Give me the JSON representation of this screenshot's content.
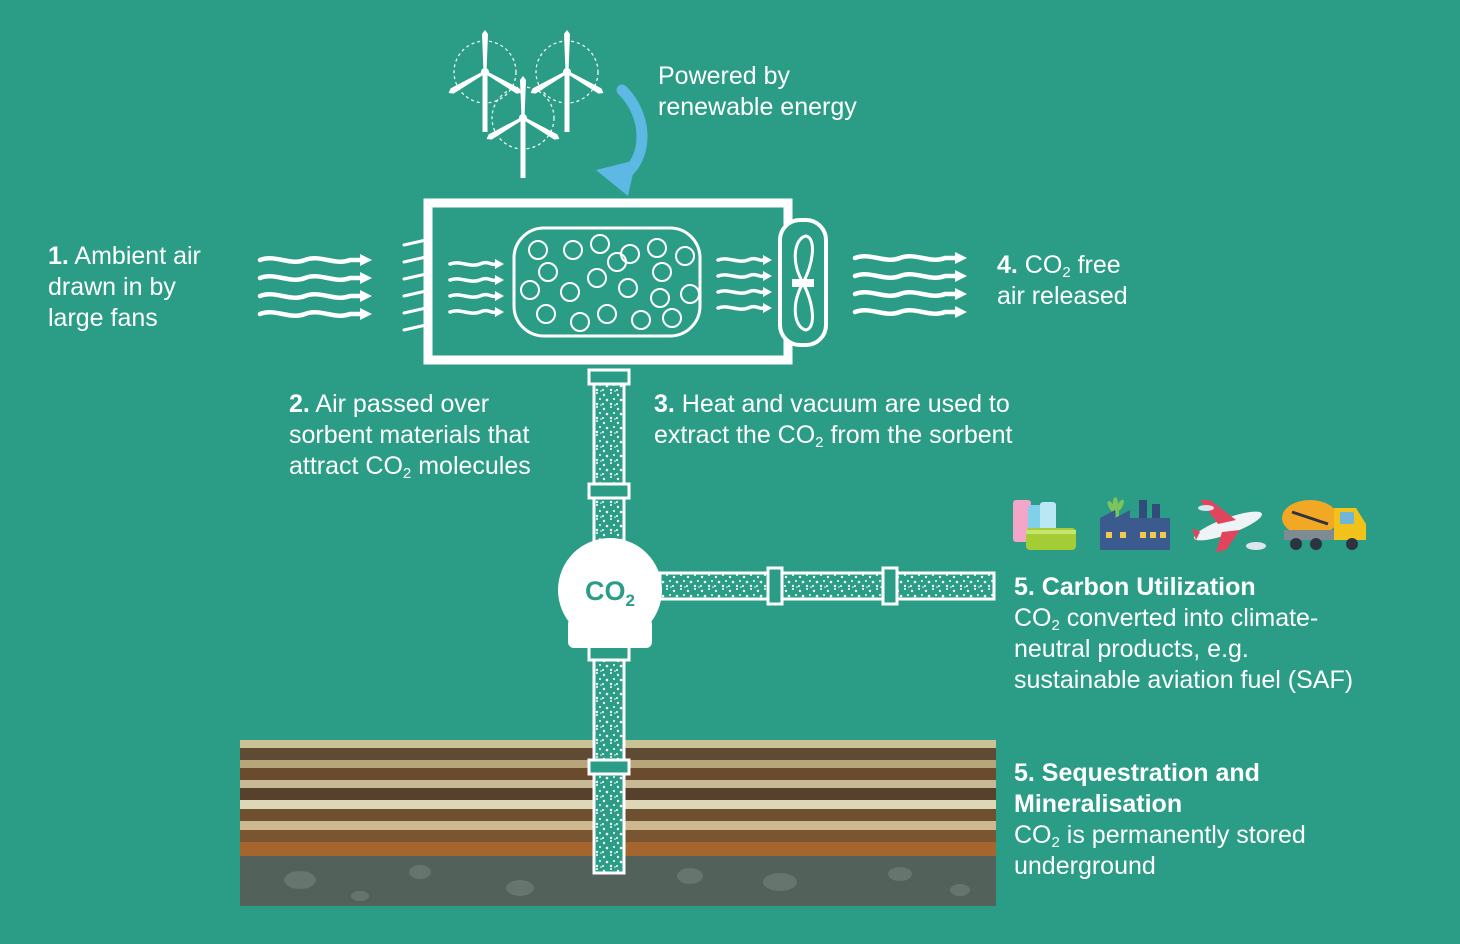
{
  "energy": {
    "line1": "Powered by",
    "line2": "renewable energy"
  },
  "step1": {
    "num": "1.",
    "line1": " Ambient air",
    "line2": "drawn in by",
    "line3": "large fans"
  },
  "step2": {
    "num": "2.",
    "line1": " Air passed over",
    "line2": "sorbent materials that",
    "line3_pre": "attract CO",
    "line3_sub": "2",
    "line3_post": " molecules"
  },
  "step3": {
    "num": "3.",
    "line1": " Heat and vacuum are used to",
    "line2_pre": "extract the CO",
    "line2_sub": "2",
    "line2_post": " from the sorbent"
  },
  "step4": {
    "num": "4.",
    "line1_pre": " CO",
    "line1_sub": "2",
    "line1_post": " free",
    "line2": "air released"
  },
  "tank": {
    "label": "CO",
    "sub": "2"
  },
  "utilization": {
    "title": "5. Carbon Utilization",
    "line1_pre": "CO",
    "line1_sub": "2",
    "line1_post": " converted into climate-",
    "line2": "neutral products, e.g.",
    "line3": "sustainable aviation fuel (SAF)",
    "icons": [
      "batteries-icon",
      "factory-icon",
      "airplane-icon",
      "concrete-mixer-truck-icon"
    ]
  },
  "sequestration": {
    "title1": "5. Sequestration and",
    "title2": "Mineralisation",
    "line1_pre": "CO",
    "line1_sub": "2",
    "line1_post": " is permanently stored",
    "line2": "underground"
  },
  "colors": {
    "background": "#2b9d86",
    "foreground": "#ffffff",
    "arrow": "#5db8e3"
  }
}
